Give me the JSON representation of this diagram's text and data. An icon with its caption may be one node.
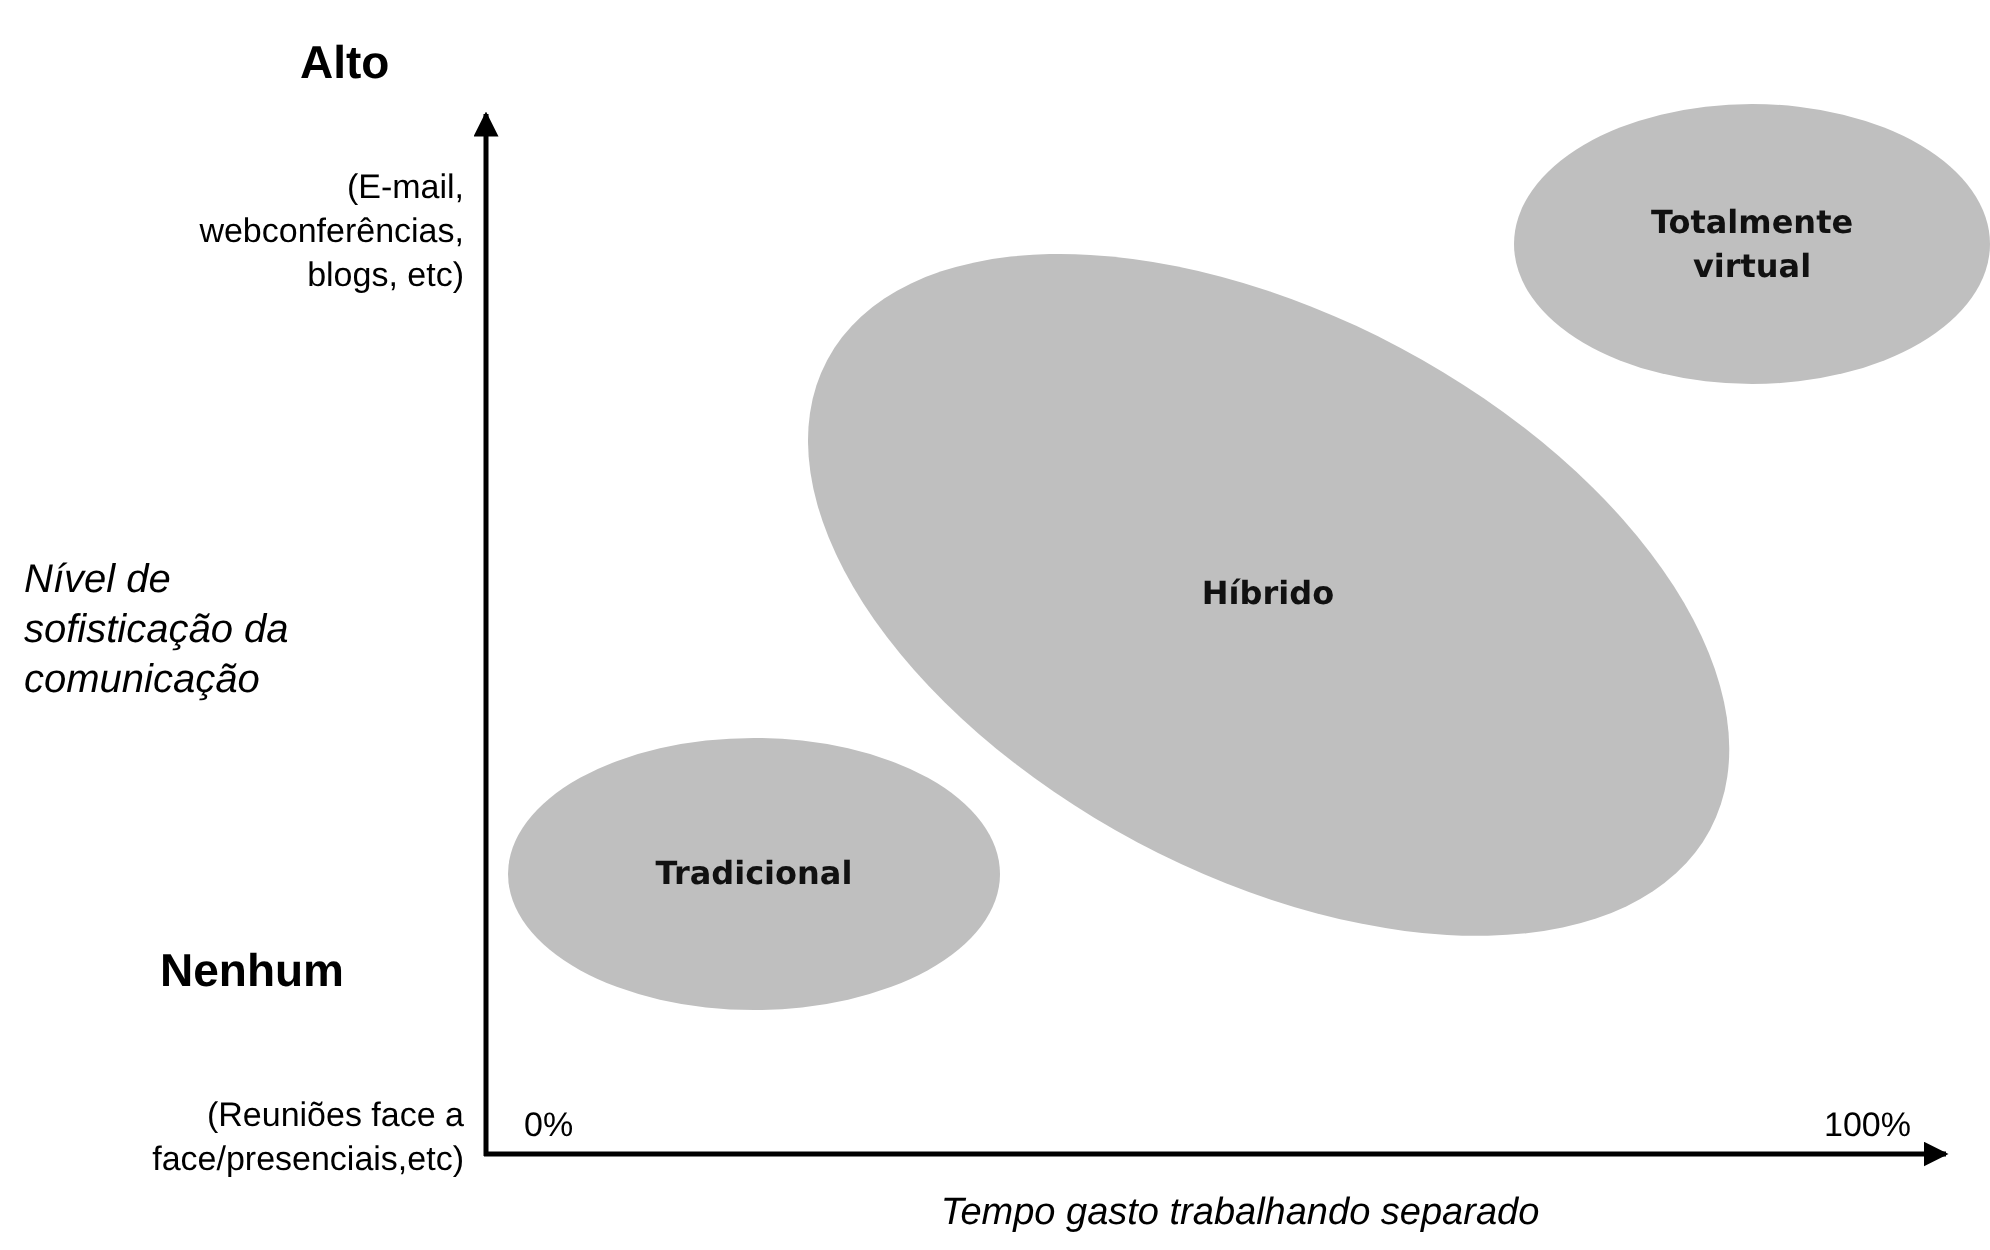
{
  "diagram": {
    "nodes": [
      {
        "text": [
          "Totalmente virtual"
        ]
      },
      {
        "text": [
          "Híbrido"
        ]
      },
      {
        "text": [
          "Tradicional"
        ]
      }
    ],
    "labels": [
      "Alto",
      "(E-mail, webconferências, blogs, etc)",
      "Nível de sofisticação da comunicação",
      "Nenhum",
      "(Reuniões face a face/presenciais,etc)",
      "0%",
      "100%",
      "Tempo gasto trabalhando separado"
    ]
  }
}
